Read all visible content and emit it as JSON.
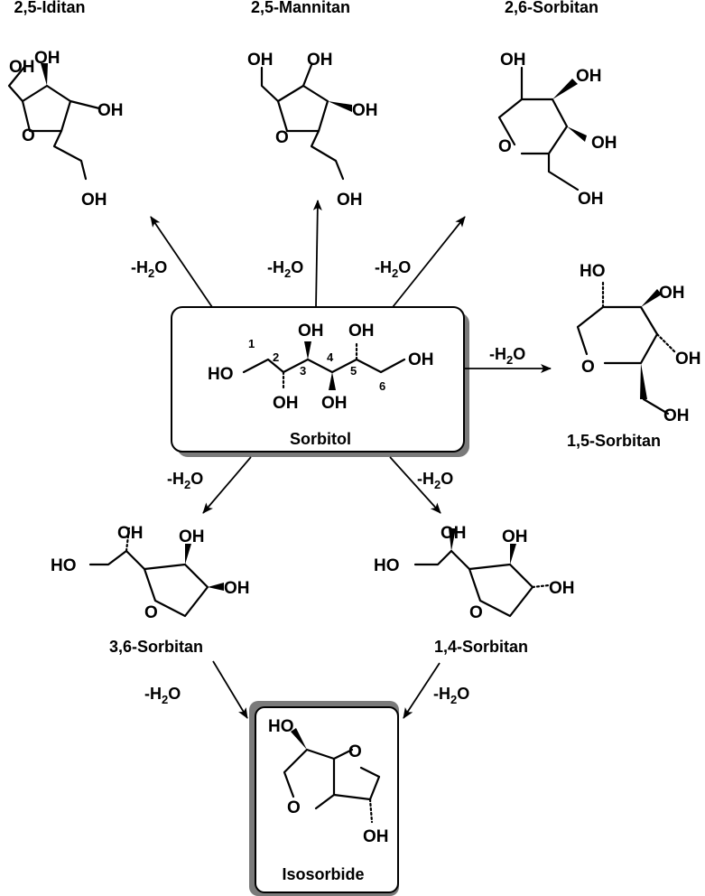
{
  "compounds": {
    "iditan": "2,5-Iditan",
    "mannitan": "2,5-Mannitan",
    "sorbitan26": "2,6-Sorbitan",
    "sorbitan15": "1,5-Sorbitan",
    "sorbitol": "Sorbitol",
    "sorbitan36": "3,6-Sorbitan",
    "sorbitan14": "1,4-Sorbitan",
    "isosorbide": "Isosorbide"
  },
  "reaction": {
    "dehydration_prefix": "-H",
    "dehydration_sub": "2",
    "dehydration_suffix": "O"
  },
  "atoms": {
    "hydroxyl": "OH",
    "hydroxyl_left": "HO",
    "oxygen": "O"
  },
  "carbon_numbers": [
    "1",
    "2",
    "3",
    "4",
    "5",
    "6"
  ]
}
